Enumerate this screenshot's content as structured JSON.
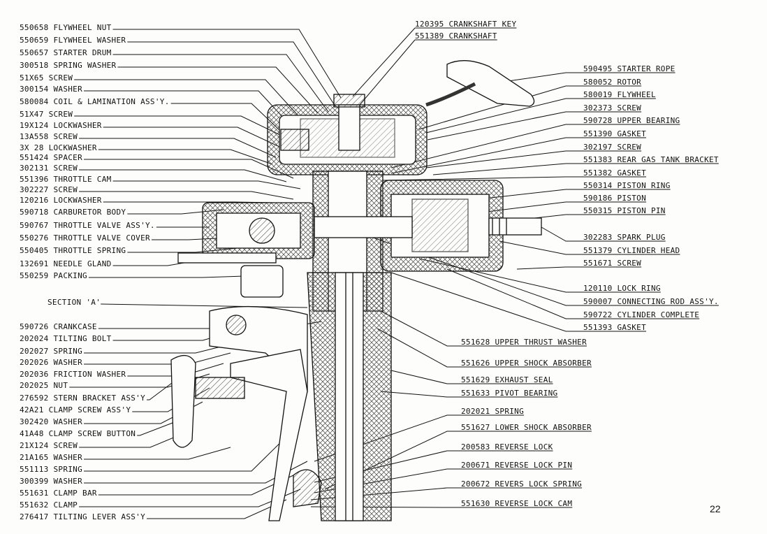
{
  "page_number": "22",
  "left_labels": [
    {
      "part": "550658",
      "name": "FLYWHEEL NUT"
    },
    {
      "part": "550659",
      "name": "FLYWHEEL WASHER"
    },
    {
      "part": "550657",
      "name": "STARTER DRUM"
    },
    {
      "part": "300518",
      "name": "SPRING WASHER"
    },
    {
      "part": "51X65",
      "name": "SCREW"
    },
    {
      "part": "300154",
      "name": "WASHER"
    },
    {
      "part": "580084",
      "name": "COIL & LAMINATION ASS'Y."
    },
    {
      "part": "51X47",
      "name": "SCREW"
    },
    {
      "part": "19X124",
      "name": "LOCKWASHER"
    },
    {
      "part": "13A558",
      "name": "SCREW"
    },
    {
      "part": "3X 28",
      "name": "LOCKWASHER"
    },
    {
      "part": "551424",
      "name": "SPACER"
    },
    {
      "part": "302131",
      "name": "SCREW"
    },
    {
      "part": "551396",
      "name": "THROTTLE CAM"
    },
    {
      "part": "302227",
      "name": "SCREW"
    },
    {
      "part": "120216",
      "name": "LOCKWASHER"
    },
    {
      "part": "590718",
      "name": "CARBURETOR BODY"
    },
    {
      "part": "590767",
      "name": "THROTTLE VALVE ASS'Y."
    },
    {
      "part": "550276",
      "name": "THROTTLE VALVE COVER"
    },
    {
      "part": "550405",
      "name": "THROTTLE SPRING"
    },
    {
      "part": "132691",
      "name": "NEEDLE GLAND"
    },
    {
      "part": "550259",
      "name": "PACKING"
    },
    {
      "part": "",
      "name": "SECTION 'A'"
    },
    {
      "part": "590726",
      "name": "CRANKCASE"
    },
    {
      "part": "202024",
      "name": "TILTING BOLT"
    },
    {
      "part": "202027",
      "name": "SPRING"
    },
    {
      "part": "202026",
      "name": "WASHER"
    },
    {
      "part": "202036",
      "name": "FRICTION WASHER"
    },
    {
      "part": "202025",
      "name": "NUT"
    },
    {
      "part": "276592",
      "name": "STERN BRACKET ASS'Y"
    },
    {
      "part": "42A21",
      "name": "CLAMP SCREW ASS'Y"
    },
    {
      "part": "302420",
      "name": "WASHER"
    },
    {
      "part": "41A48",
      "name": "CLAMP SCREW BUTTON"
    },
    {
      "part": "21X124",
      "name": "SCREW"
    },
    {
      "part": "21A165",
      "name": "WASHER"
    },
    {
      "part": "551113",
      "name": "SPRING"
    },
    {
      "part": "300399",
      "name": "WASHER"
    },
    {
      "part": "551631",
      "name": "CLAMP BAR"
    },
    {
      "part": "551632",
      "name": "CLAMP"
    },
    {
      "part": "276417",
      "name": "TILTING LEVER ASS'Y"
    }
  ],
  "top_labels": [
    {
      "part": "120395",
      "name": "CRANKSHAFT KEY"
    },
    {
      "part": "551389",
      "name": "CRANKSHAFT"
    }
  ],
  "right_labels": [
    {
      "part": "590495",
      "name": "STARTER ROPE"
    },
    {
      "part": "580052",
      "name": "ROTOR"
    },
    {
      "part": "580019",
      "name": "FLYWHEEL"
    },
    {
      "part": "302373",
      "name": "SCREW"
    },
    {
      "part": "590728",
      "name": "UPPER BEARING"
    },
    {
      "part": "551390",
      "name": "GASKET"
    },
    {
      "part": "302197",
      "name": "SCREW"
    },
    {
      "part": "551383",
      "name": "REAR GAS TANK BRACKET"
    },
    {
      "part": "551382",
      "name": "GASKET"
    },
    {
      "part": "550314",
      "name": "PISTON RING"
    },
    {
      "part": "590186",
      "name": "PISTON"
    },
    {
      "part": "550315",
      "name": "PISTON PIN"
    },
    {
      "part": "302283",
      "name": "SPARK PLUG"
    },
    {
      "part": "551379",
      "name": "CYLINDER HEAD"
    },
    {
      "part": "551671",
      "name": "SCREW"
    },
    {
      "part": "120110",
      "name": "LOCK RING"
    },
    {
      "part": "590007",
      "name": "CONNECTING ROD ASS'Y."
    },
    {
      "part": "590722",
      "name": "CYLINDER COMPLETE"
    },
    {
      "part": "551393",
      "name": "GASKET"
    }
  ],
  "lower_right_labels": [
    {
      "part": "551628",
      "name": "UPPER THRUST WASHER"
    },
    {
      "part": "551626",
      "name": "UPPER SHOCK ABSORBER"
    },
    {
      "part": "551629",
      "name": "EXHAUST SEAL"
    },
    {
      "part": "551633",
      "name": "PIVOT BEARING"
    },
    {
      "part": "202021",
      "name": "SPRING"
    },
    {
      "part": "551627",
      "name": "LOWER SHOCK ABSORBER"
    },
    {
      "part": "200583",
      "name": "REVERSE LOCK"
    },
    {
      "part": "200671",
      "name": "REVERSE LOCK PIN"
    },
    {
      "part": "200672",
      "name": "REVERS LOCK SPRING"
    },
    {
      "part": "551630",
      "name": "REVERSE LOCK CAM"
    }
  ]
}
